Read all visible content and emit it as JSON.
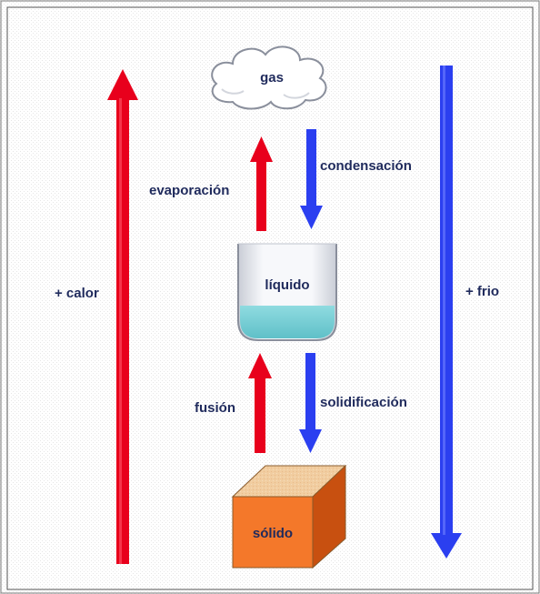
{
  "states": {
    "gas": "gas",
    "liquid": "líquido",
    "solid": "sólido"
  },
  "transitions": {
    "evaporation": "evaporación",
    "condensation": "condensación",
    "fusion": "fusión",
    "solidification": "solidificación"
  },
  "sides": {
    "heat": "+ calor",
    "cold": "+ frio"
  },
  "colors": {
    "heat_arrow": "#e8001c",
    "cold_arrow": "#2b3ff0",
    "liquid_fill": "#7ccfd6",
    "solid_front": "#f4782a",
    "label_text": "#1f2a5c"
  }
}
